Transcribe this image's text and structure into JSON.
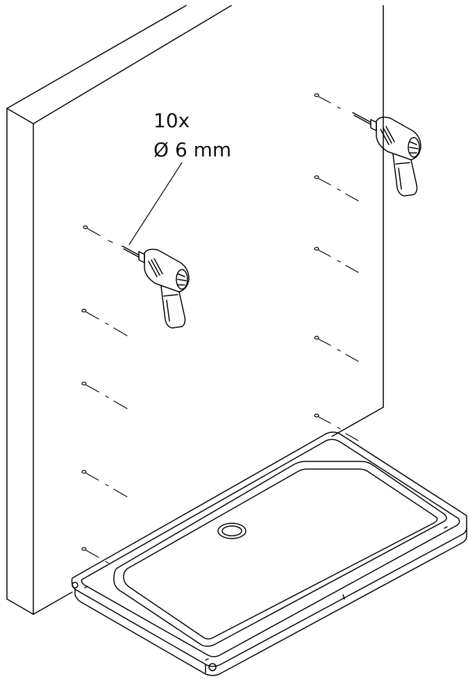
{
  "annotation": {
    "count": "10x",
    "diameter": "Ø 6 mm"
  },
  "holes": {
    "quantity": 10
  },
  "colors": {
    "line": "#000000",
    "background": "#ffffff"
  },
  "icons": [
    "power-drill-icon",
    "drill-bit-icon",
    "wall-plug-icon",
    "drain-icon"
  ]
}
